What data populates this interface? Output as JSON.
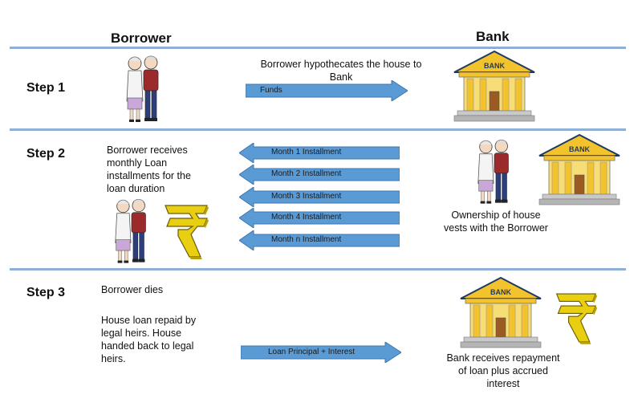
{
  "header": {
    "borrower": "Borrower",
    "bank": "Bank"
  },
  "steps": [
    {
      "label": "Step 1",
      "text": "Borrower hypothecates the house to Bank",
      "arrow": "Funds"
    },
    {
      "label": "Step 2",
      "text": "Borrower receives monthly Loan installments for the loan duration",
      "arrows": [
        "Month 1 Installment",
        "Month 2 Installment",
        "Month 3 Installment",
        "Month 4 Installment",
        "Month n Installment"
      ],
      "ownership": "Ownership of house vests with the Borrower"
    },
    {
      "label": "Step 3",
      "text1": "Borrower dies",
      "text2": "House loan repaid by legal heirs. House handed back to legal heirs.",
      "arrow": "Loan Principal + Interest",
      "bank_text": "Bank receives repayment of loan plus accrued interest"
    }
  ],
  "bank_sign": "BANK",
  "colors": {
    "divider": "#8eb0d6",
    "arrow_fill": "#5b9bd5",
    "bank_gold": "#f2c32c",
    "rupee_gold": "#e9cf12"
  }
}
